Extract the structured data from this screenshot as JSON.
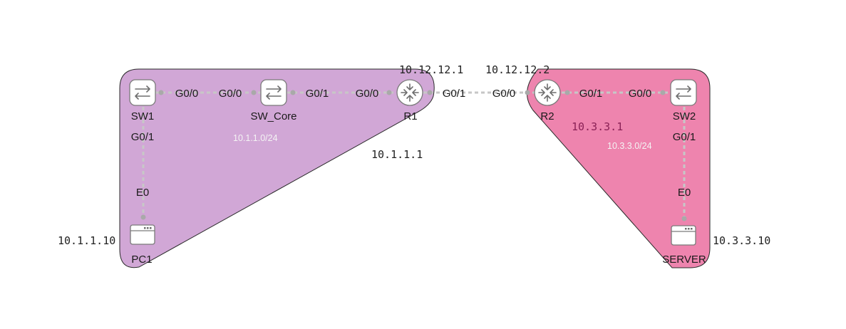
{
  "colors": {
    "zone_left": "#d1a7d6",
    "zone_right": "#ee84ae",
    "zone_stroke": "#2a2a2a",
    "link": "#c7c7c7"
  },
  "zones": {
    "left": {
      "subnet": "10.1.1.0/24",
      "gateway_ip": "10.1.1.1"
    },
    "right": {
      "subnet": "10.3.3.0/24",
      "gateway_ip": "10.3.3.1"
    }
  },
  "wan": {
    "r1_ip": "10.12.12.1",
    "r2_ip": "10.12.12.2"
  },
  "devices": {
    "sw1": {
      "name": "SW1",
      "icon": "switch-icon"
    },
    "sw_core": {
      "name": "SW_Core",
      "icon": "switch-icon"
    },
    "r1": {
      "name": "R1",
      "icon": "router-icon"
    },
    "r2": {
      "name": "R2",
      "icon": "router-icon"
    },
    "sw2": {
      "name": "SW2",
      "icon": "switch-icon"
    },
    "pc1": {
      "name": "PC1",
      "icon": "host-icon",
      "ip": "10.1.1.10"
    },
    "server": {
      "name": "SERVER",
      "icon": "server-icon",
      "ip": "10.3.3.10"
    }
  },
  "links": [
    {
      "from": "SW1",
      "from_if": "G0/0",
      "to": "SW_Core",
      "to_if": "G0/0"
    },
    {
      "from": "SW_Core",
      "from_if": "G0/1",
      "to": "R1",
      "to_if": "G0/0"
    },
    {
      "from": "R1",
      "from_if": "G0/1",
      "to": "R2",
      "to_if": "G0/0"
    },
    {
      "from": "R2",
      "from_if": "G0/1",
      "to": "SW2",
      "to_if": "G0/0"
    },
    {
      "from": "SW1",
      "from_if": "G0/1",
      "to": "PC1",
      "to_if": "E0"
    },
    {
      "from": "SW2",
      "from_if": "G0/1",
      "to": "SERVER",
      "to_if": "E0"
    }
  ]
}
